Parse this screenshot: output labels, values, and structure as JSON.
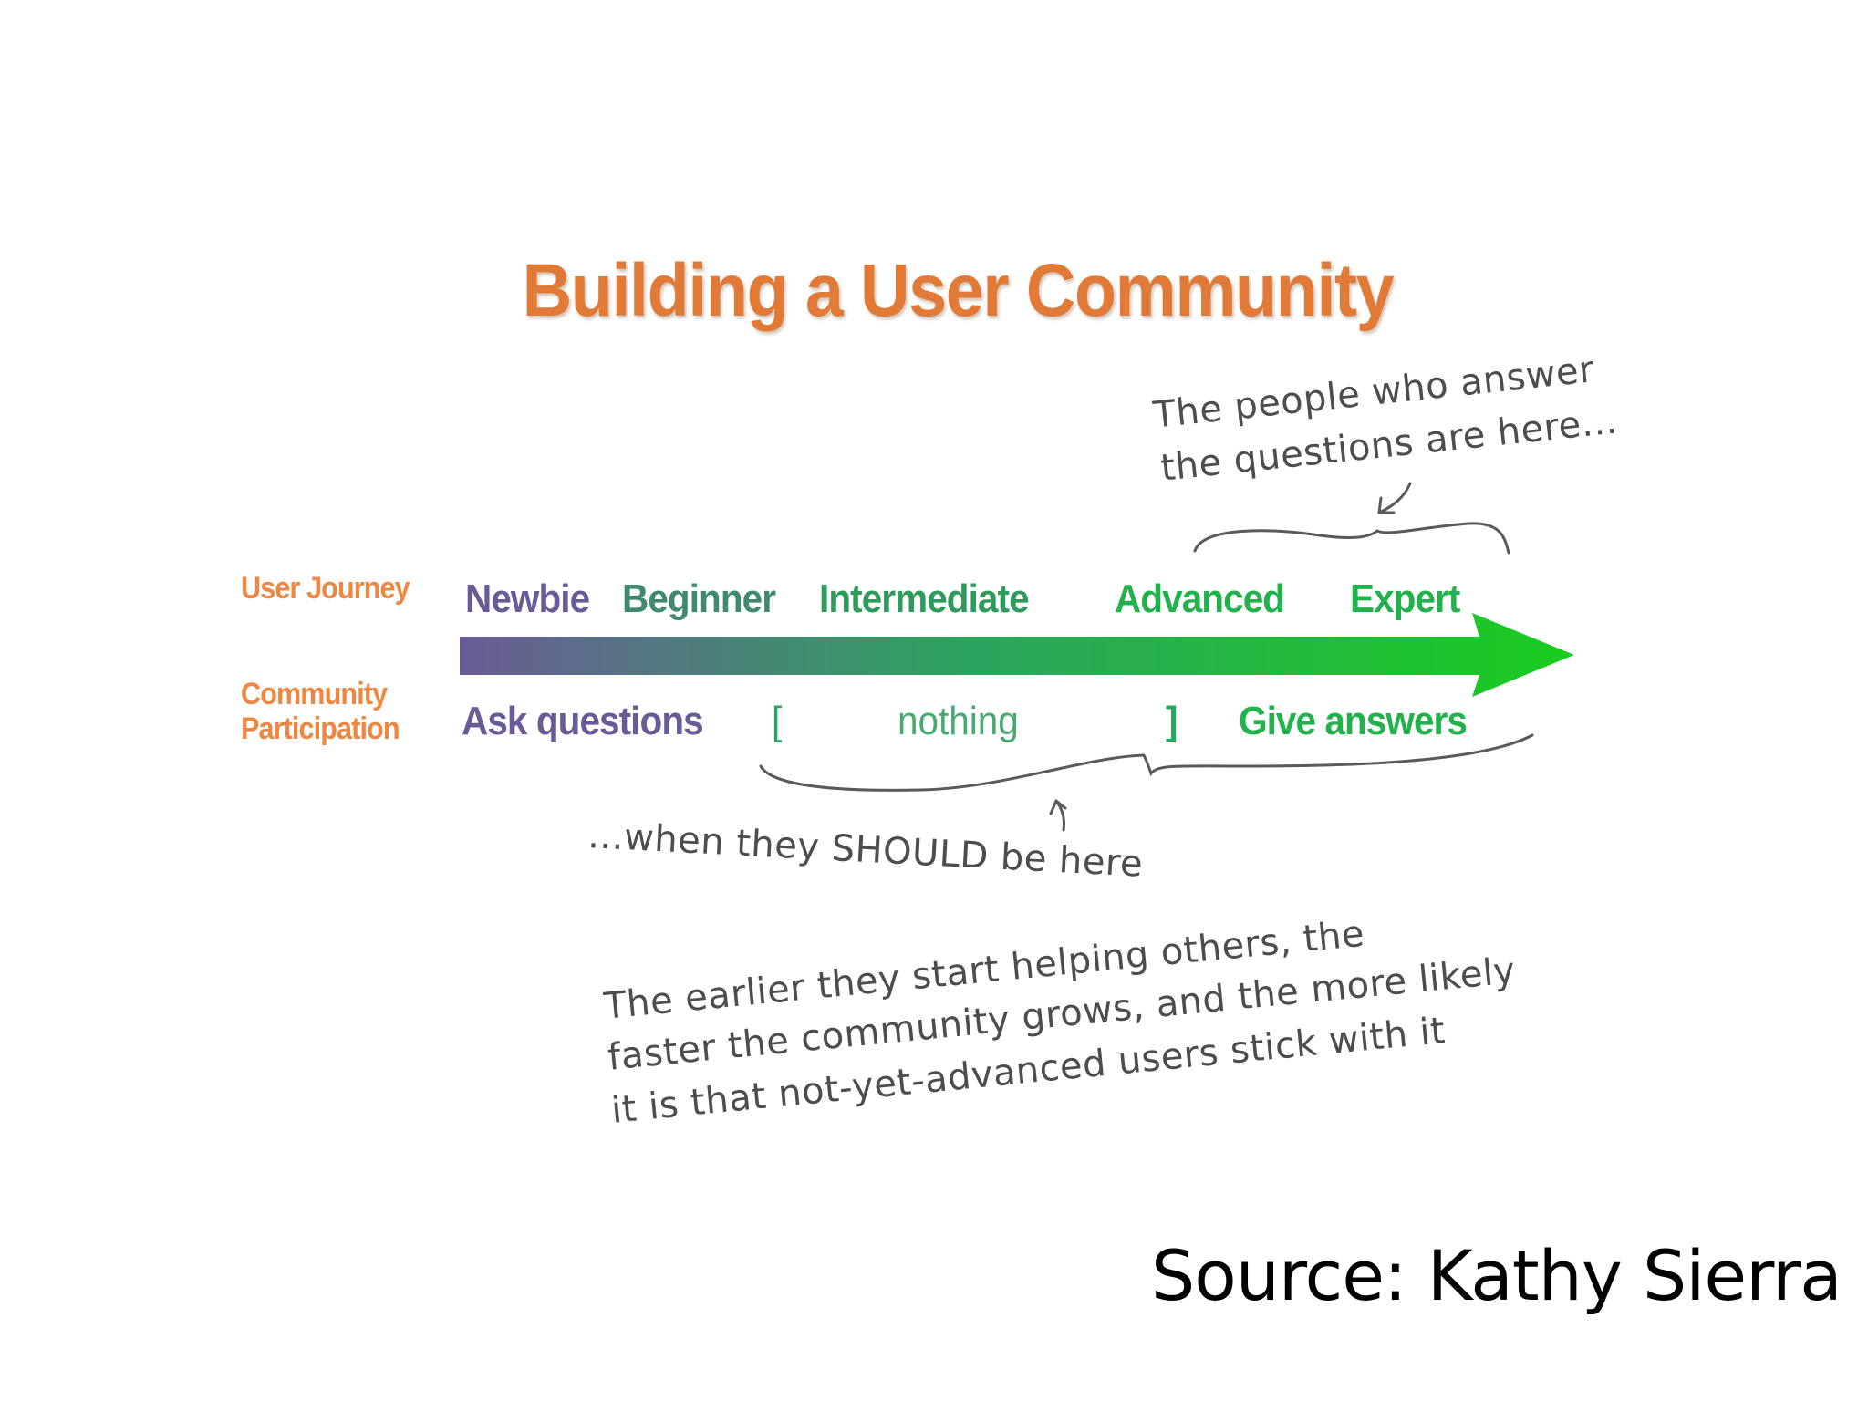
{
  "title": "Building a User Community",
  "row_labels": {
    "user_journey": "User Journey",
    "community_line1": "Community",
    "community_line2": "Participation"
  },
  "stages": {
    "newbie": "Newbie",
    "beginner": "Beginner",
    "intermediate": "Intermediate",
    "advanced": "Advanced",
    "expert": "Expert"
  },
  "participation": {
    "ask": "Ask questions",
    "open_bracket": "[",
    "nothing": "nothing",
    "close_bracket": "]",
    "give": "Give answers"
  },
  "notes": {
    "top_line1": "The people who answer",
    "top_line2": "the questions are here...",
    "middle": "...when they SHOULD be here",
    "bottom_line1": "The earlier they start helping others, the",
    "bottom_line2": "faster the community grows, and the more likely",
    "bottom_line3": "it is that not-yet-advanced users stick with it"
  },
  "source": "Source: Kathy Sierra",
  "colors": {
    "title": "#e07a36",
    "label": "#ee8742",
    "purple": "#6a5a96",
    "teal": "#3f8a6e",
    "green": "#22b14c",
    "arrow_start": "#6b5b95",
    "arrow_end": "#19cc1f",
    "handwriting": "#4d4d4d"
  }
}
